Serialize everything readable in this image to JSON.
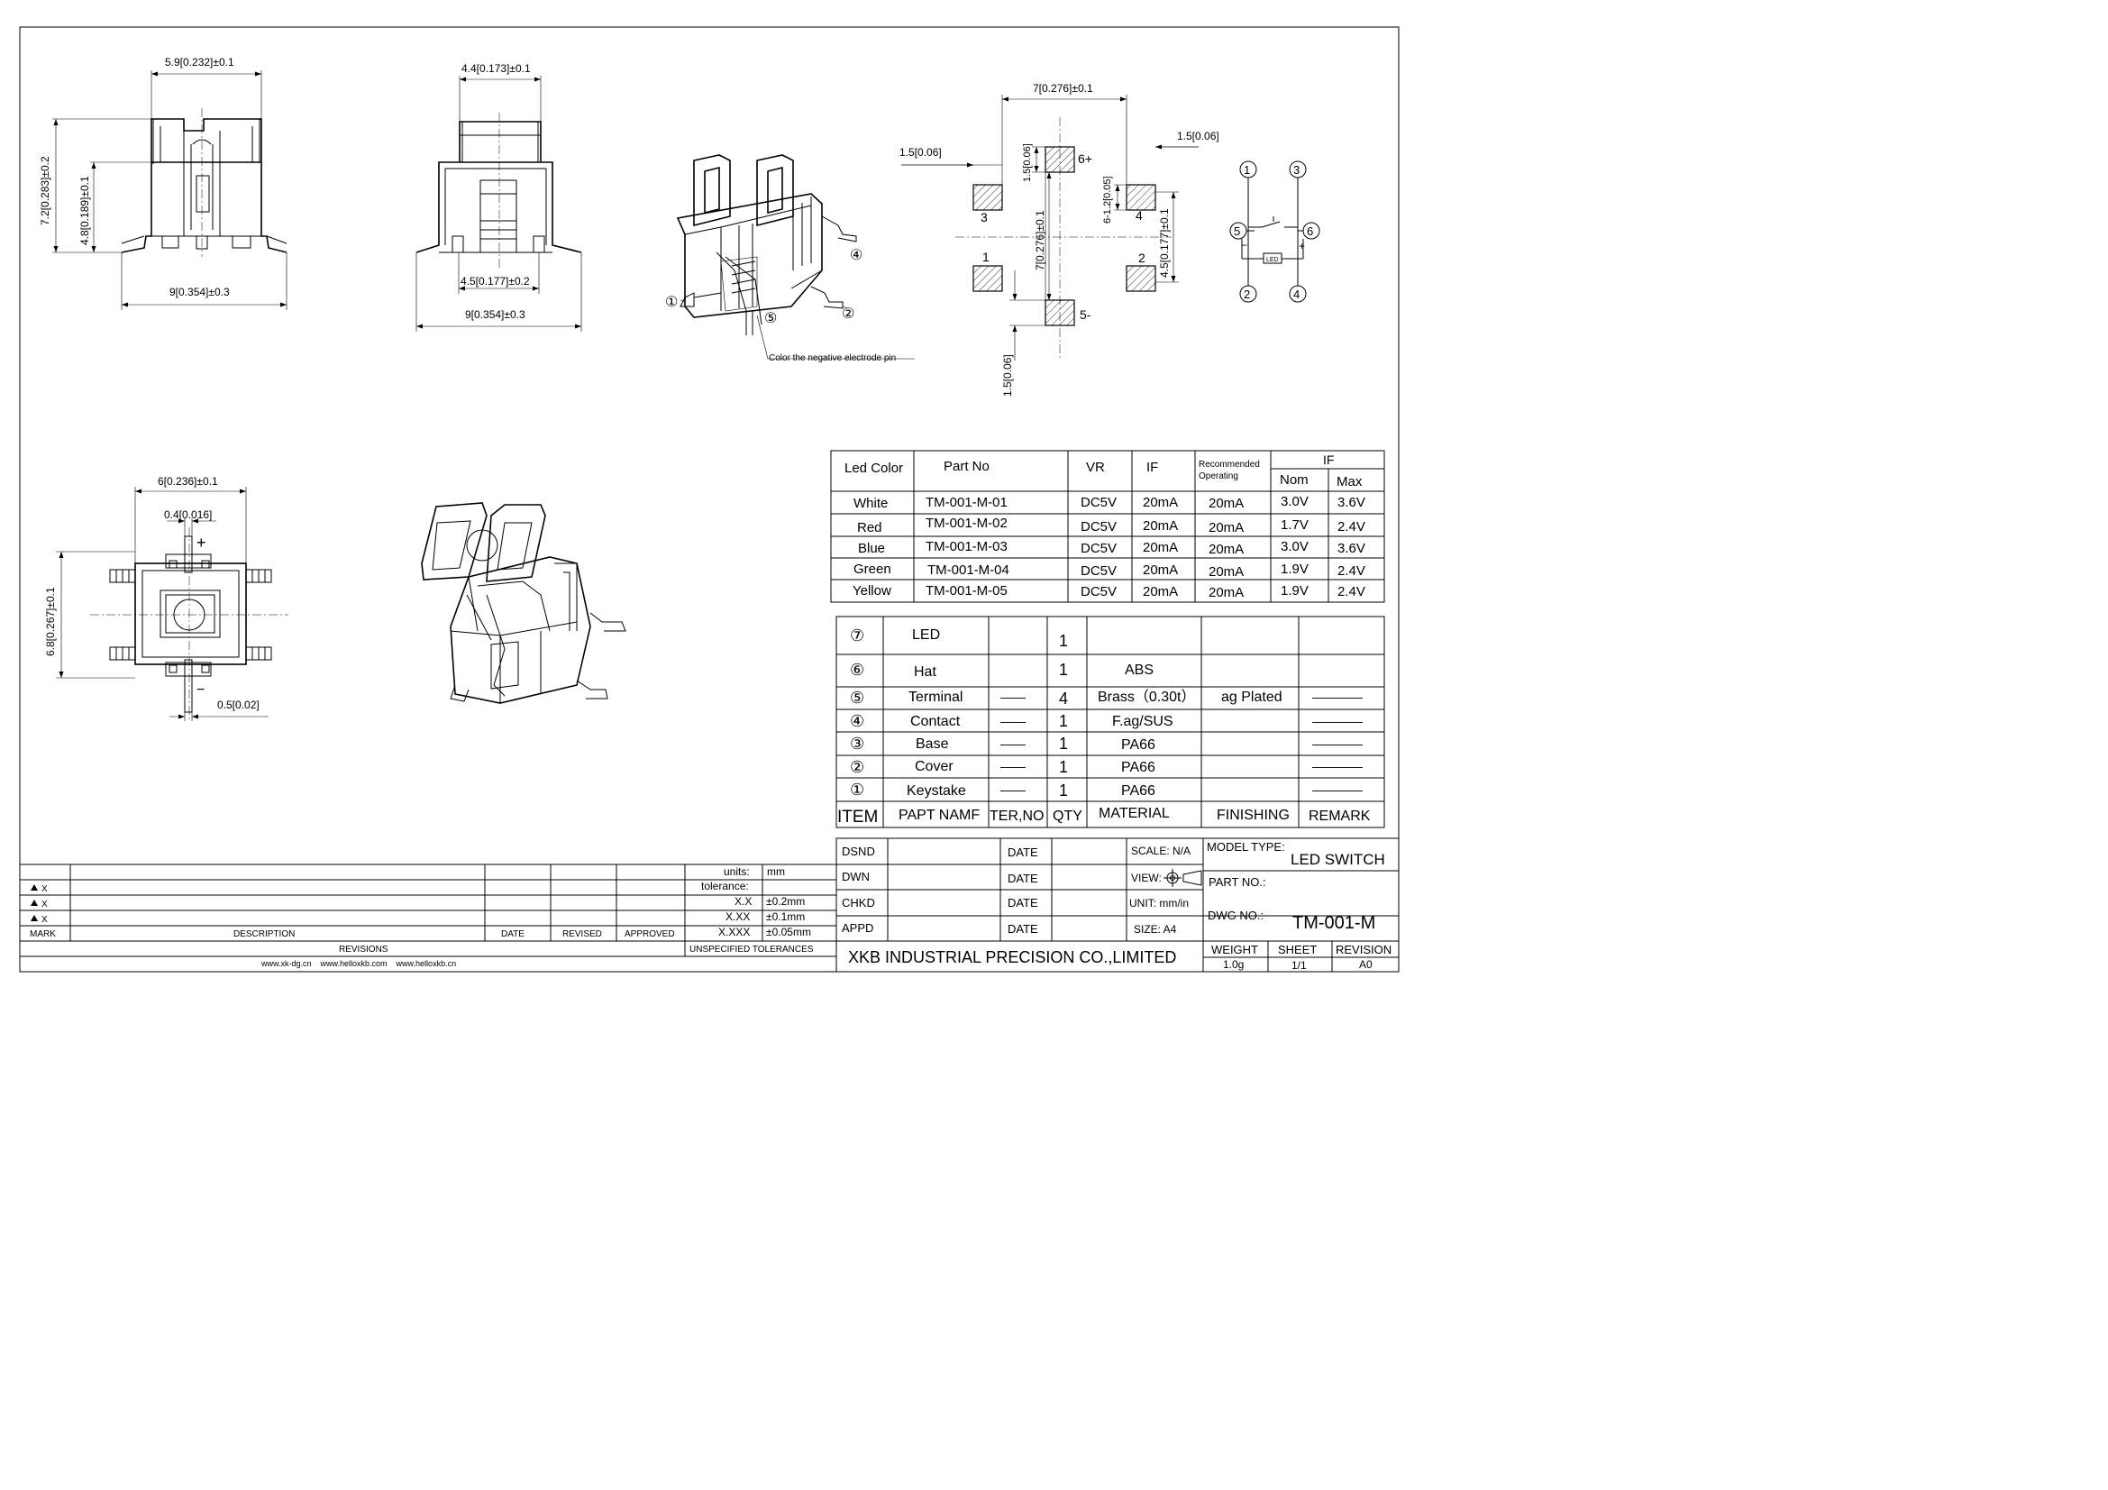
{
  "dims": {
    "front_width_top": "5.9[0.232]±0.1",
    "front_height": "7.2[0.283]±0.2",
    "front_body_height": "4.8[0.189]±0.1",
    "front_width_bottom": "9[0.354]±0.3",
    "side_width_top": "4.4[0.173]±0.1",
    "side_inner": "4.5[0.177]±0.2",
    "side_width_bottom": "9[0.354]±0.3",
    "top_width": "6[0.236]±0.1",
    "top_pin": "0.4[0.016]",
    "top_height": "6.8[0.267]±0.1",
    "top_pin_pitch": "0.5[0.02]",
    "pad_width": "7[0.276]±0.1",
    "pad_left": "1.5[0.06]",
    "pad_right": "1.5[0.06]",
    "pad_v1": "1.5[0.06]",
    "pad_v2": "6-1.2[0.05]",
    "pad_height": "7[0.276]±0.1",
    "pad_inner": "4.5[0.177]±0.1",
    "pad_bottom": "1.5[0.06]"
  },
  "pad_labels": {
    "p6": "6+",
    "p3": "3",
    "p4": "4",
    "p1": "1",
    "p2": "2",
    "p5": "5-"
  },
  "schematic": {
    "n1": "1",
    "n2": "2",
    "n3": "3",
    "n4": "4",
    "n5": "5",
    "n6": "6",
    "led": "LED",
    "minus": "−",
    "plus": "+"
  },
  "iso": {
    "c1": "①",
    "c2": "②",
    "c4": "④",
    "c5": "⑤",
    "note": "Color the negative electrode pin"
  },
  "top_view": {
    "plus": "+",
    "minus": "−"
  },
  "led_table": {
    "headers": {
      "color": "Led Color",
      "part": "Part No",
      "vr": "VR",
      "if": "IF",
      "rec1": "Recommended",
      "rec2": "Operating",
      "if_group": "IF",
      "nom": "Nom",
      "max": "Max"
    },
    "rows": [
      {
        "color": "White",
        "part": "TM-001-M-01",
        "vr": "DC5V",
        "if": "20mA",
        "rec": "20mA",
        "nom": "3.0V",
        "max": "3.6V"
      },
      {
        "color": "Red",
        "part": "TM-001-M-02",
        "vr": "DC5V",
        "if": "20mA",
        "rec": "20mA",
        "nom": "1.7V",
        "max": "2.4V"
      },
      {
        "color": "Blue",
        "part": "TM-001-M-03",
        "vr": "DC5V",
        "if": "20mA",
        "rec": "20mA",
        "nom": "3.0V",
        "max": "3.6V"
      },
      {
        "color": "Green",
        "part": "TM-001-M-04",
        "vr": "DC5V",
        "if": "20mA",
        "rec": "20mA",
        "nom": "1.9V",
        "max": "2.4V"
      },
      {
        "color": "Yellow",
        "part": "TM-001-M-05",
        "vr": "DC5V",
        "if": "20mA",
        "rec": "20mA",
        "nom": "1.9V",
        "max": "2.4V"
      }
    ]
  },
  "bom": {
    "rows": [
      {
        "item": "⑦",
        "name": "LED",
        "no": "",
        "qty": "1",
        "material": "",
        "finishing": "",
        "remark": ""
      },
      {
        "item": "⑥",
        "name": "Hat",
        "no": "",
        "qty": "1",
        "material": "ABS",
        "finishing": "",
        "remark": ""
      },
      {
        "item": "⑤",
        "name": "Terminal",
        "no": "——",
        "qty": "4",
        "material": "Brass（0.30t）",
        "finishing": "ag Plated",
        "remark": "————"
      },
      {
        "item": "④",
        "name": "Contact",
        "no": "——",
        "qty": "1",
        "material": "F.ag/SUS",
        "finishing": "",
        "remark": "————"
      },
      {
        "item": "③",
        "name": "Base",
        "no": "——",
        "qty": "1",
        "material": "PA66",
        "finishing": "",
        "remark": "————"
      },
      {
        "item": "②",
        "name": "Cover",
        "no": "——",
        "qty": "1",
        "material": "PA66",
        "finishing": "",
        "remark": "————"
      },
      {
        "item": "①",
        "name": "Keystake",
        "no": "——",
        "qty": "1",
        "material": "PA66",
        "finishing": "",
        "remark": "————"
      }
    ],
    "headers": {
      "item": "ITEM",
      "name": "PAPT NAMF",
      "no": "TER,NO",
      "qty": "QTY",
      "material": "MATERIAL",
      "finishing": "FINISHING",
      "remark": "REMARK"
    }
  },
  "title_block": {
    "dsnd": "DSND",
    "dwn": "DWN",
    "chkd": "CHKD",
    "appd": "APPD",
    "date": "DATE",
    "scale": "SCALE: N/A",
    "view": "VIEW:",
    "unit": "UNIT: mm/in",
    "size": "SIZE: A4",
    "model_type_label": "MODEL TYPE:",
    "model_type": "LED SWITCH",
    "part_no_label": "PART NO.:",
    "dwg_no_label": "DWG NO.:",
    "dwg_no": "TM-001-M",
    "company": "XKB INDUSTRIAL PRECISION CO.,LIMITED",
    "weight_label": "WEIGHT",
    "sheet_label": "SHEET",
    "revision_label": "REVISION",
    "weight": "1.0g",
    "sheet": "1/1",
    "revision": "A0"
  },
  "revisions": {
    "units_label": "units:",
    "units": "mm",
    "tolerance_label": "tolerance:",
    "tol1_label": "X.X",
    "tol1": "±0.2mm",
    "tol2_label": "X.XX",
    "tol2": "±0.1mm",
    "tol3_label": "X.XXX",
    "tol3": "±0.05mm",
    "mark_rows": [
      "X",
      "X",
      "X"
    ],
    "mark": "MARK",
    "description": "DESCRIPTION",
    "date": "DATE",
    "revised": "REVISED",
    "approved": "APPROVED",
    "revisions": "REVISIONS",
    "unspecified": "UNSPECIFIED TOLERANCES",
    "websites": "www.xk-dg.cn    www.helloxkb.com    www.helloxkb.cn"
  }
}
